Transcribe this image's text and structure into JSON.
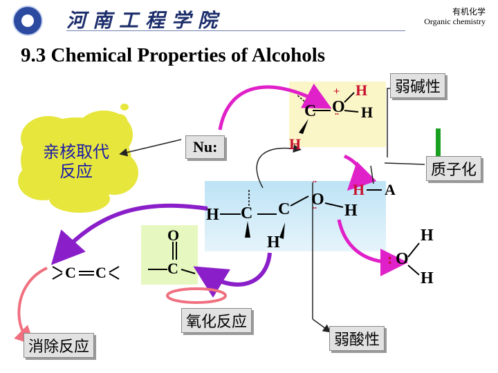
{
  "header": {
    "university": "河南工程学院",
    "course_cn": "有机化学",
    "course_en": "Organic chemistry"
  },
  "title": "9.3 Chemical Properties of Alcohols",
  "labels": {
    "weak_base": "弱碱性",
    "protonation": "质子化",
    "nucleophilic_substitution_line1": "亲核取代",
    "nucleophilic_substitution_line2": "反应",
    "nucleophile": "Nu:",
    "oxidation": "氧化反应",
    "elimination": "消除反应",
    "weak_acid": "弱酸性"
  },
  "molecules": {
    "top": {
      "H_plus": "H",
      "plus": "+",
      "C": "C",
      "O": "O",
      "dots": "¨",
      "H_right": "H",
      "H_red": "H"
    },
    "center": {
      "H_left": "H",
      "C1": "C",
      "C2": "C",
      "O": "O",
      "H_bottom": "H",
      "H_right": "H",
      "H_red": "H",
      "A": "A"
    },
    "carbonyl": {
      "O": "O",
      "C": "C"
    },
    "alkene": {
      "C1": "C",
      "C2": "C"
    },
    "water": {
      "colon": ":",
      "O": "O",
      "H_top": "H",
      "H_bottom": "H"
    }
  },
  "colors": {
    "magenta_arrow": "#e020c8",
    "purple_arrow": "#8a1fc9",
    "pink_arrow": "#f07080",
    "green_bar": "#1aa020",
    "cloud": "#eaea40",
    "panel_blue": "#bde3f5",
    "panel_yellow": "#fbf6c8",
    "panel_green": "#e6f7c0"
  }
}
